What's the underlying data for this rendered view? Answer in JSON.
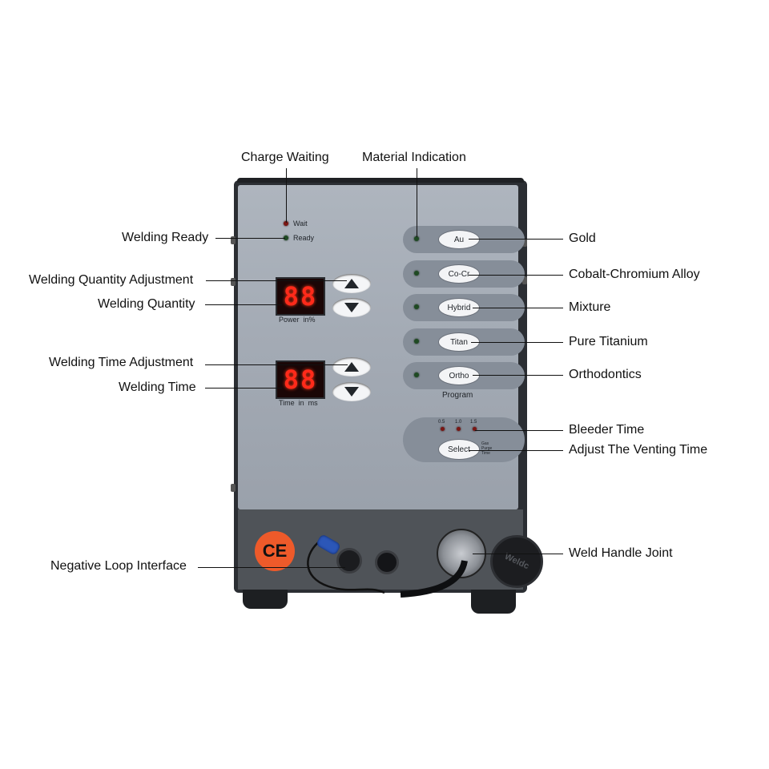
{
  "callouts": {
    "charge_waiting": "Charge Waiting",
    "material_indication": "Material Indication",
    "welding_ready": "Welding Ready",
    "welding_quantity_adjustment": "Welding Quantity Adjustment",
    "welding_quantity": "Welding Quantity",
    "welding_time_adjustment": "Welding Time Adjustment",
    "welding_time": "Welding Time",
    "negative_loop_interface": "Negative Loop Interface",
    "gold": "Gold",
    "cobalt_chromium": "Cobalt-Chromium Alloy",
    "mixture": "Mixture",
    "pure_titanium": "Pure Titanium",
    "orthodontics": "Orthodontics",
    "bleeder_time": "Bleeder Time",
    "adjust_venting_time": "Adjust The Venting Time",
    "weld_handle_joint": "Weld Handle Joint"
  },
  "panel": {
    "wait_label": "Wait",
    "ready_label": "Ready",
    "power_display": "88",
    "power_label": "Power  in%",
    "time_display": "88",
    "time_label": "Time  in  ms",
    "materials": [
      "Au",
      "Co-Cr",
      "Hybrid",
      "Titan",
      "Ortho"
    ],
    "program_label": "Program",
    "bleed_values": [
      "0.5",
      "1.0",
      "1.5"
    ],
    "select_label": "Select",
    "gas_label": "Gas\nPurge\nTime",
    "ce_mark": "CE",
    "handle_brand": "Weldc"
  },
  "colors": {
    "panel": "#a3aab4",
    "housing": "#2b2e33",
    "display_digit": "#ff2a1a",
    "ce_badge": "#ee5a2a"
  }
}
